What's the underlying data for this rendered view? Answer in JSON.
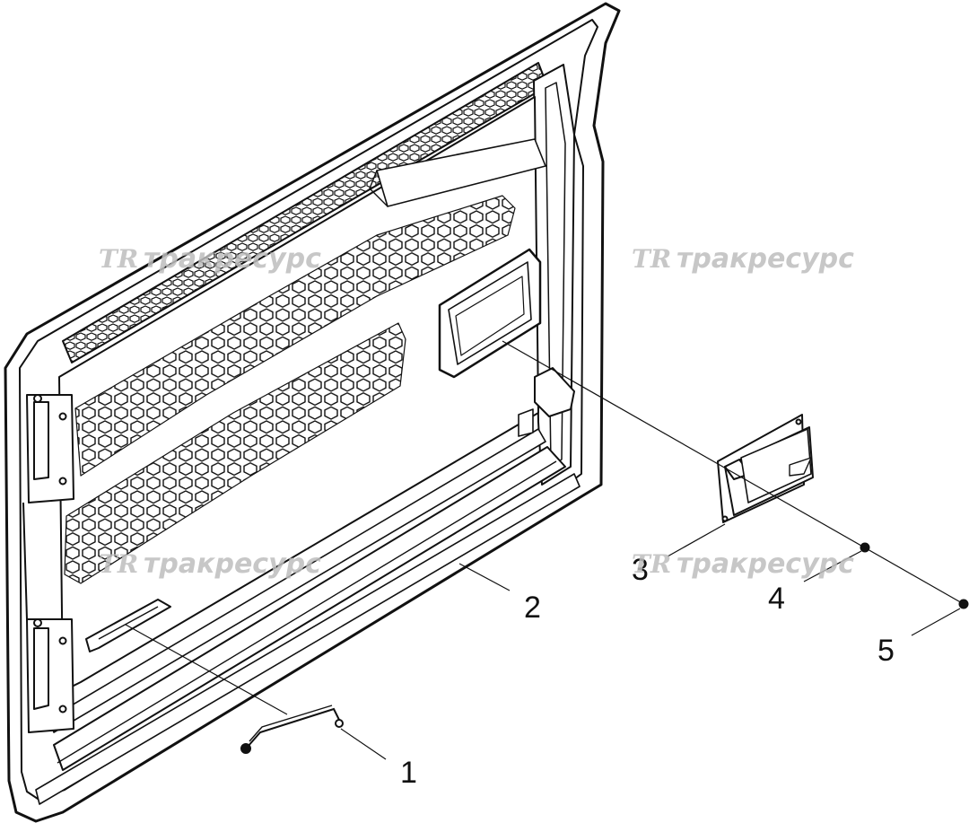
{
  "watermark": {
    "logo": "TR",
    "text": "тракресурс"
  },
  "callouts": {
    "c1": "1",
    "c2": "2",
    "c3": "3",
    "c4": "4",
    "c5": "5"
  },
  "colors": {
    "line": "#111111",
    "fill": "#ffffff",
    "watermark": "#bdbdbd"
  }
}
